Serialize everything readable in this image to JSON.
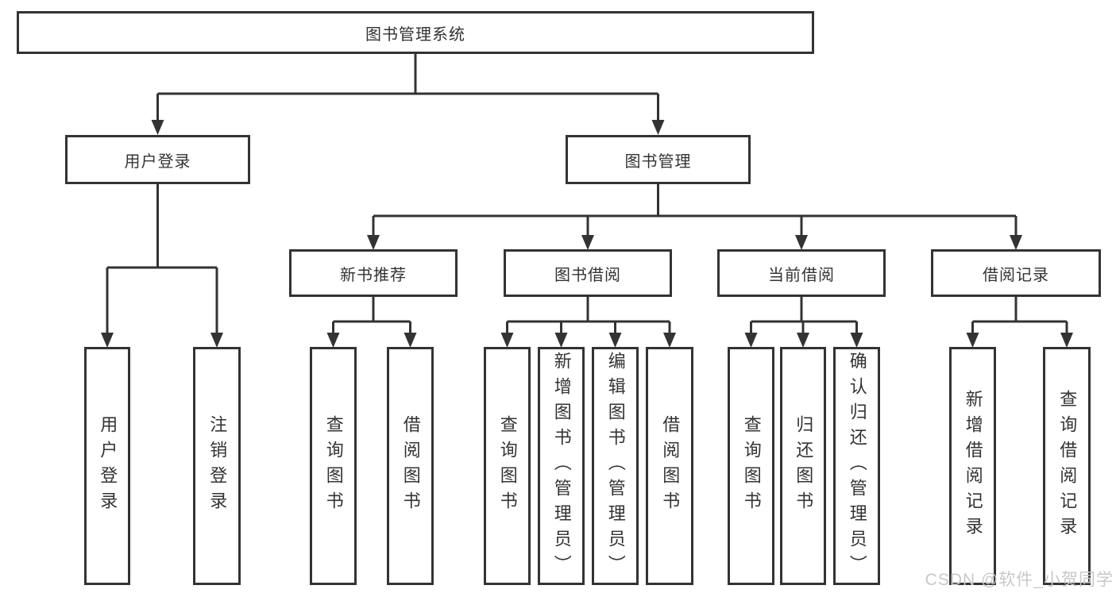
{
  "diagram": {
    "root": {
      "label": "图书管理系统"
    },
    "level2": {
      "user_login": {
        "label": "用户登录"
      },
      "book_management": {
        "label": "图书管理"
      }
    },
    "level3": {
      "new_book_recommend": {
        "label": "新书推荐"
      },
      "book_borrowing": {
        "label": "图书借阅"
      },
      "current_borrowing": {
        "label": "当前借阅"
      },
      "borrowing_records": {
        "label": "借阅记录"
      }
    },
    "leaves": {
      "user_login": [
        "用户登录",
        "注销登录"
      ],
      "new_book_recommend": [
        "查询图书",
        "借阅图书"
      ],
      "book_borrowing": [
        "查询图书",
        "新增图书（管理员）",
        "编辑图书（管理员）",
        "借阅图书"
      ],
      "current_borrowing": [
        "查询图书",
        "归还图书",
        "确认归还（管理员）"
      ],
      "borrowing_records": [
        "新增借阅记录",
        "查询借阅记录"
      ]
    }
  },
  "watermark": "CSDN @软件_小贺同学",
  "colors": {
    "line": "#333333",
    "text": "#333333",
    "box_background": "#ffffff",
    "watermark": "#c8c8c8"
  }
}
